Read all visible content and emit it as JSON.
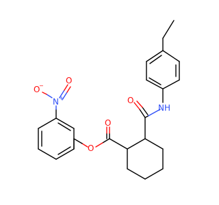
{
  "structure": {
    "atom_labels": {
      "nitro_oxygen_anion": "O",
      "nitro_oxygen_anion_charge": "−",
      "nitro_nitrogen": "N",
      "nitro_nitrogen_charge": "+",
      "nitro_oxygen_double": "O",
      "ester_carbonyl_oxygen": "O",
      "ester_bridge_oxygen": "O",
      "amide_carbonyl_oxygen": "O",
      "amide_nitrogen_hydrogen": "NH"
    }
  },
  "colors": {
    "bond": "#000000",
    "oxygen": "#ff0d0d",
    "nitrogen": "#3050f8",
    "background": "#ffffff"
  }
}
